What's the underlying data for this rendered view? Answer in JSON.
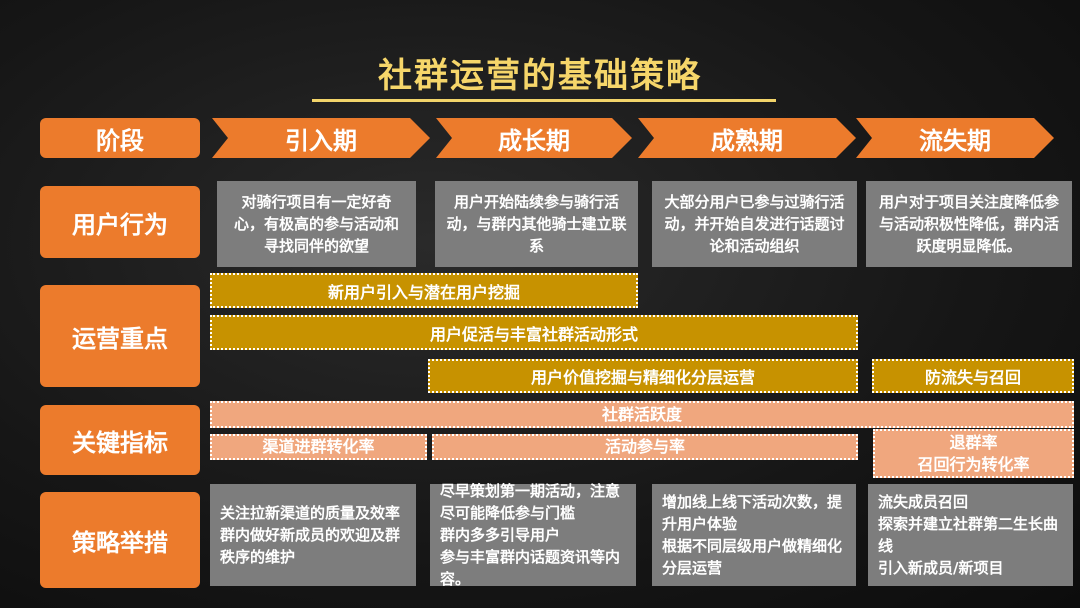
{
  "title": "社群运营的基础策略",
  "header": {
    "stage_label": "阶段",
    "phases": [
      "引入期",
      "成长期",
      "成熟期",
      "流失期"
    ]
  },
  "row_labels": [
    "用户行为",
    "运营重点",
    "关键指标",
    "策略举措"
  ],
  "user_behavior": [
    "对骑行项目有一定好奇心，有极高的参与活动和寻找同伴的欲望",
    "用户开始陆续参与骑行活动，与群内其他骑士建立联系",
    "大部分用户已参与过骑行活动，并开始自发进行话题讨论和活动组织",
    "用户对于项目关注度降低参与活动积极性降低，群内活跃度明显降低。"
  ],
  "ops_focus": [
    "新用户引入与潜在用户挖掘",
    "用户促活与丰富社群活动形式",
    "用户价值挖掘与精细化分层运营",
    "防流失与召回"
  ],
  "key_metrics": [
    "社群活跃度",
    "渠道进群转化率",
    "活动参与率",
    "退群率\n召回行为转化率"
  ],
  "strategies": [
    "关注拉新渠道的质量及效率\n群内做好新成员的欢迎及群秩序的维护",
    "尽早策划第一期活动，注意尽可能降低参与门槛\n群内多多引导用户\n参与丰富群内话题资讯等内容。",
    "增加线上线下活动次数，提升用户体验\n根据不同层级用户做精细化分层运营",
    "流失成员召回\n探索并建立社群第二生长曲线\n引入新成员/新项目"
  ]
}
